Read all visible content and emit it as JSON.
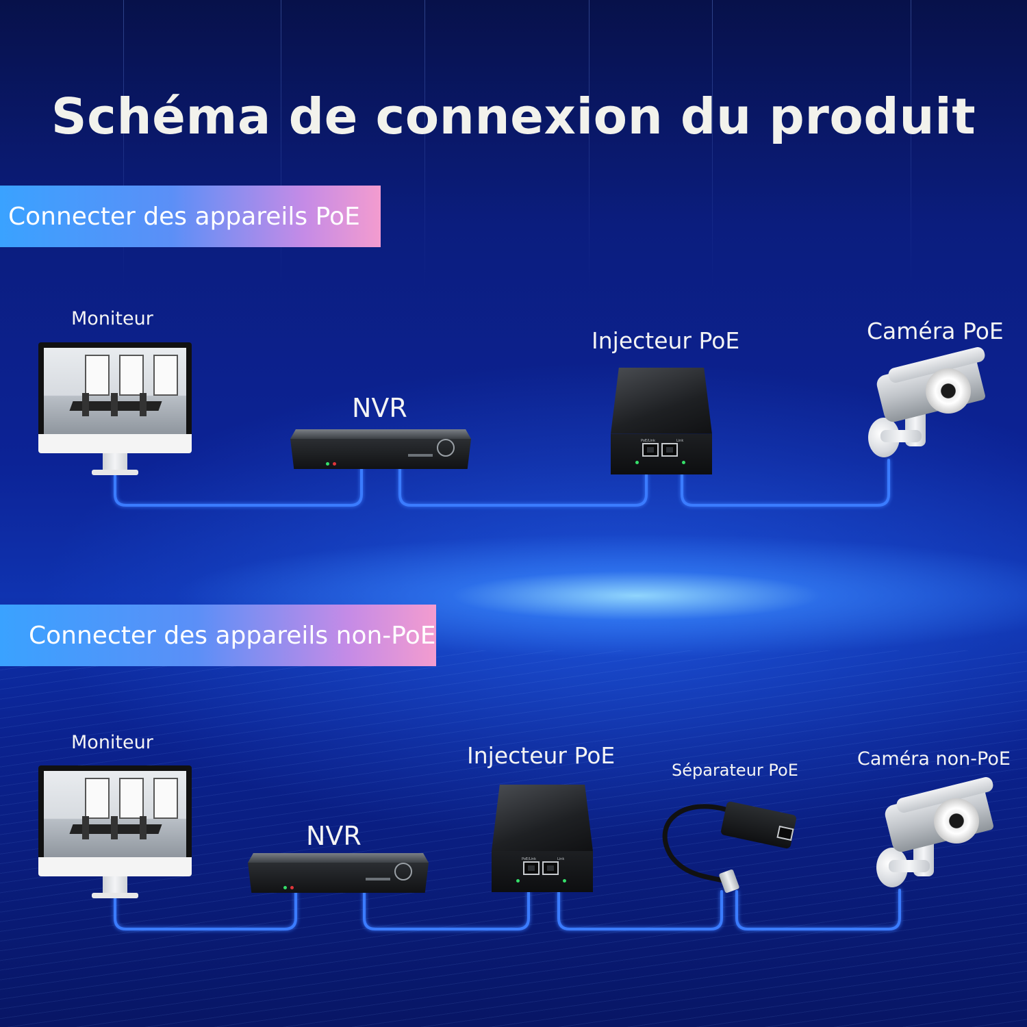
{
  "title": "Schéma de connexion du produit",
  "sections": [
    {
      "banner": "Connecter des appareils PoE",
      "monitor_label": "Moniteur",
      "nvr_label": "NVR",
      "injector_label": "Injecteur PoE",
      "camera_label": "Caméra PoE"
    },
    {
      "banner": "Connecter des appareils non-PoE",
      "monitor_label": "Moniteur",
      "nvr_label": "NVR",
      "injector_label": "Injecteur PoE",
      "splitter_label": "Séparateur PoE",
      "camera_label": "Caméra non-PoE"
    }
  ],
  "colors": {
    "background": "#0c2396",
    "cable": "#3a7bff",
    "banner_start": "#3aa2ff",
    "banner_end": "#f39ccf",
    "title_text": "#f2f2ec"
  },
  "icons": [
    "monitor-icon",
    "nvr-icon",
    "poe-injector-icon",
    "poe-splitter-icon",
    "cctv-camera-icon"
  ]
}
